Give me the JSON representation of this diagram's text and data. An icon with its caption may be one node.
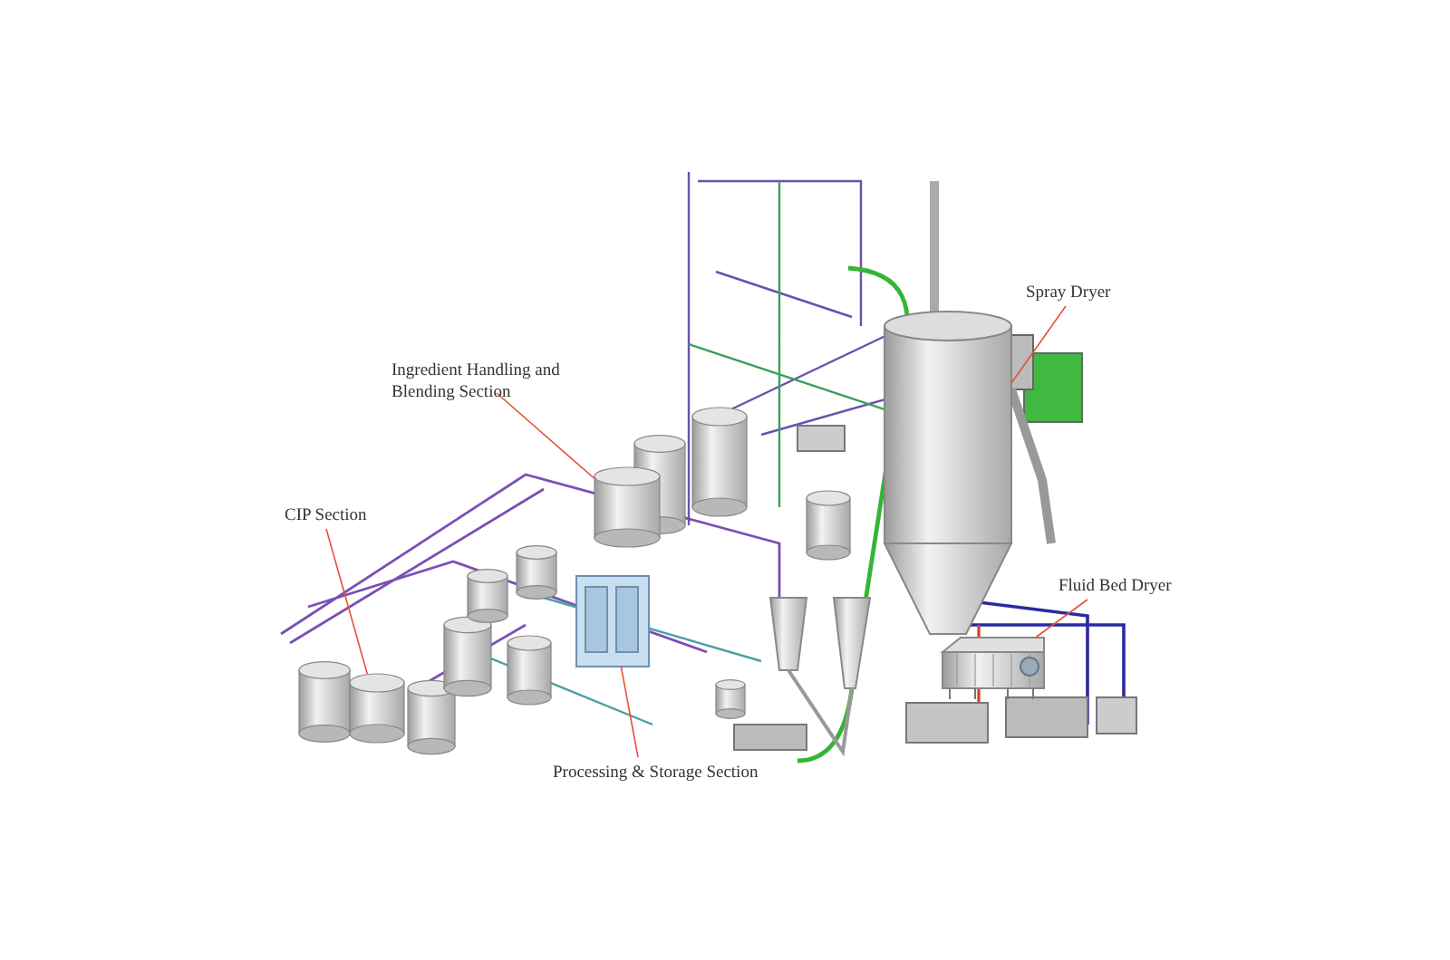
{
  "diagram": {
    "nodes": [
      {
        "text": [
          "Spray Dryer"
        ]
      },
      {
        "text": [
          "Ingredient Handling and Blending Section"
        ]
      },
      {
        "text": [
          "CIP Section"
        ]
      },
      {
        "text": [
          "Fluid Bed Dryer"
        ]
      },
      {
        "text": [
          "Processing & Storage Section"
        ]
      },
      {
        "text": [],
        "shape": "picture"
      },
      {
        "text": [],
        "shape": "picture"
      },
      {
        "text": [],
        "shape": "picture"
      },
      {
        "text": [],
        "shape": "picture"
      },
      {
        "text": [],
        "shape": "picture"
      }
    ],
    "edges": [
      {
        "from": 0,
        "to": 5,
        "arrow": "none",
        "color": "#e8503a"
      },
      {
        "from": 1,
        "to": 6,
        "arrow": "none",
        "color": "#e8503a"
      },
      {
        "from": 2,
        "to": 7,
        "arrow": "none",
        "color": "#e8503a"
      },
      {
        "from": 3,
        "to": 8,
        "arrow": "none",
        "color": "#e8503a"
      },
      {
        "from": 4,
        "to": 9,
        "arrow": "none",
        "color": "#e8503a"
      }
    ]
  }
}
